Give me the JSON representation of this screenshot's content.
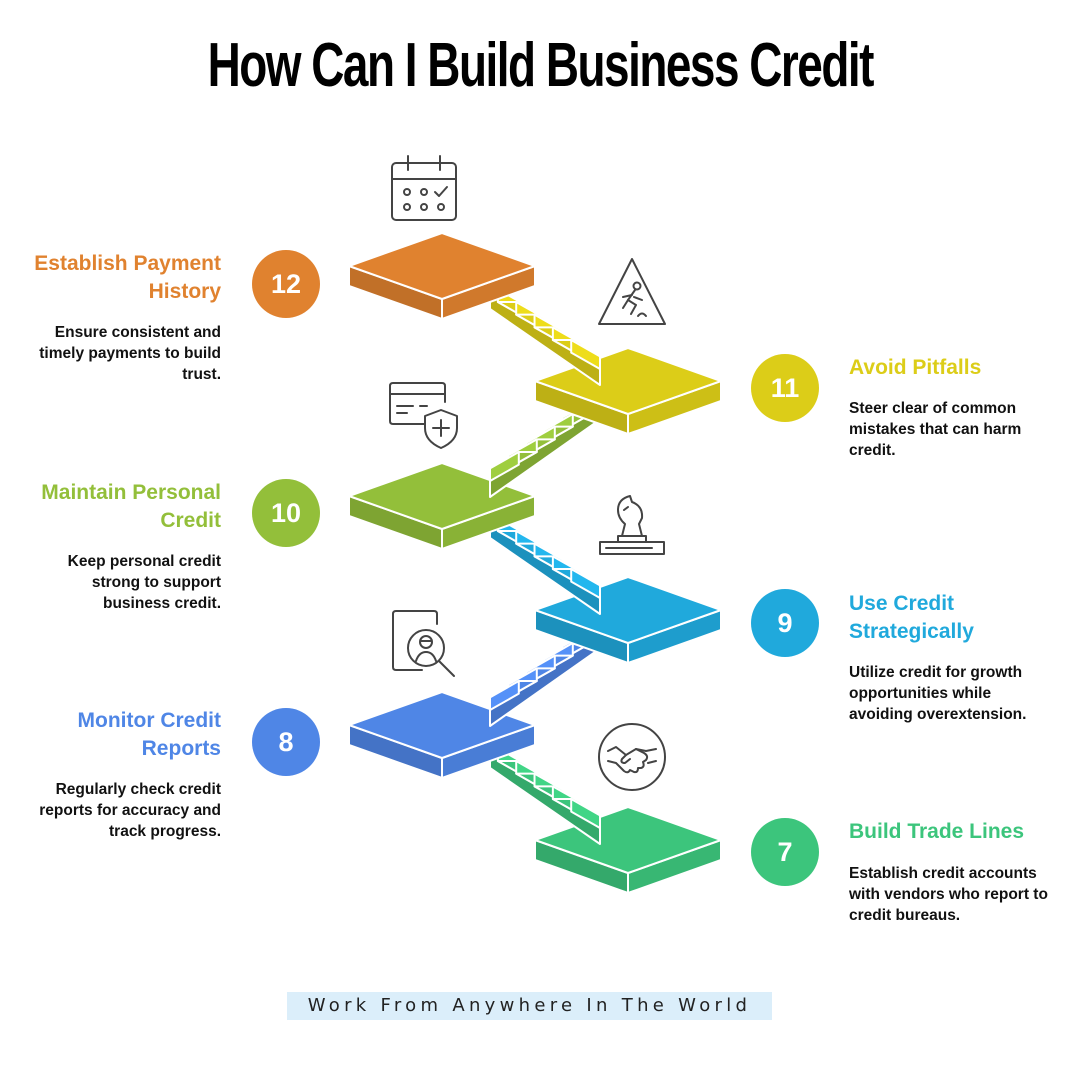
{
  "title": "How Can I Build Business Credit",
  "footer": "Work From Anywhere In The World",
  "steps": [
    {
      "number": "12",
      "title": "Establish Payment History",
      "description": "Ensure consistent and timely payments to build trust.",
      "color": "#e0822f",
      "icon": "calendar-check-icon"
    },
    {
      "number": "11",
      "title": "Avoid Pitfalls",
      "description": "Steer clear of common mistakes that can harm credit.",
      "color": "#dccd18",
      "icon": "warning-slip-icon"
    },
    {
      "number": "10",
      "title": "Maintain Personal Credit",
      "description": "Keep personal credit strong to support business credit.",
      "color": "#93bf3a",
      "icon": "credit-card-shield-icon"
    },
    {
      "number": "9",
      "title": "Use Credit Strategically",
      "description": "Utilize credit for growth opportunities while avoiding overextension.",
      "color": "#20a9dc",
      "icon": "chess-knight-icon"
    },
    {
      "number": "8",
      "title": "Monitor Credit Reports",
      "description": "Regularly check credit reports for accuracy and track progress.",
      "color": "#4f86e6",
      "icon": "report-magnifier-icon"
    },
    {
      "number": "7",
      "title": "Build Trade Lines",
      "description": "Establish credit accounts with vendors who report to credit bureaus.",
      "color": "#3cc57c",
      "icon": "handshake-icon"
    }
  ]
}
